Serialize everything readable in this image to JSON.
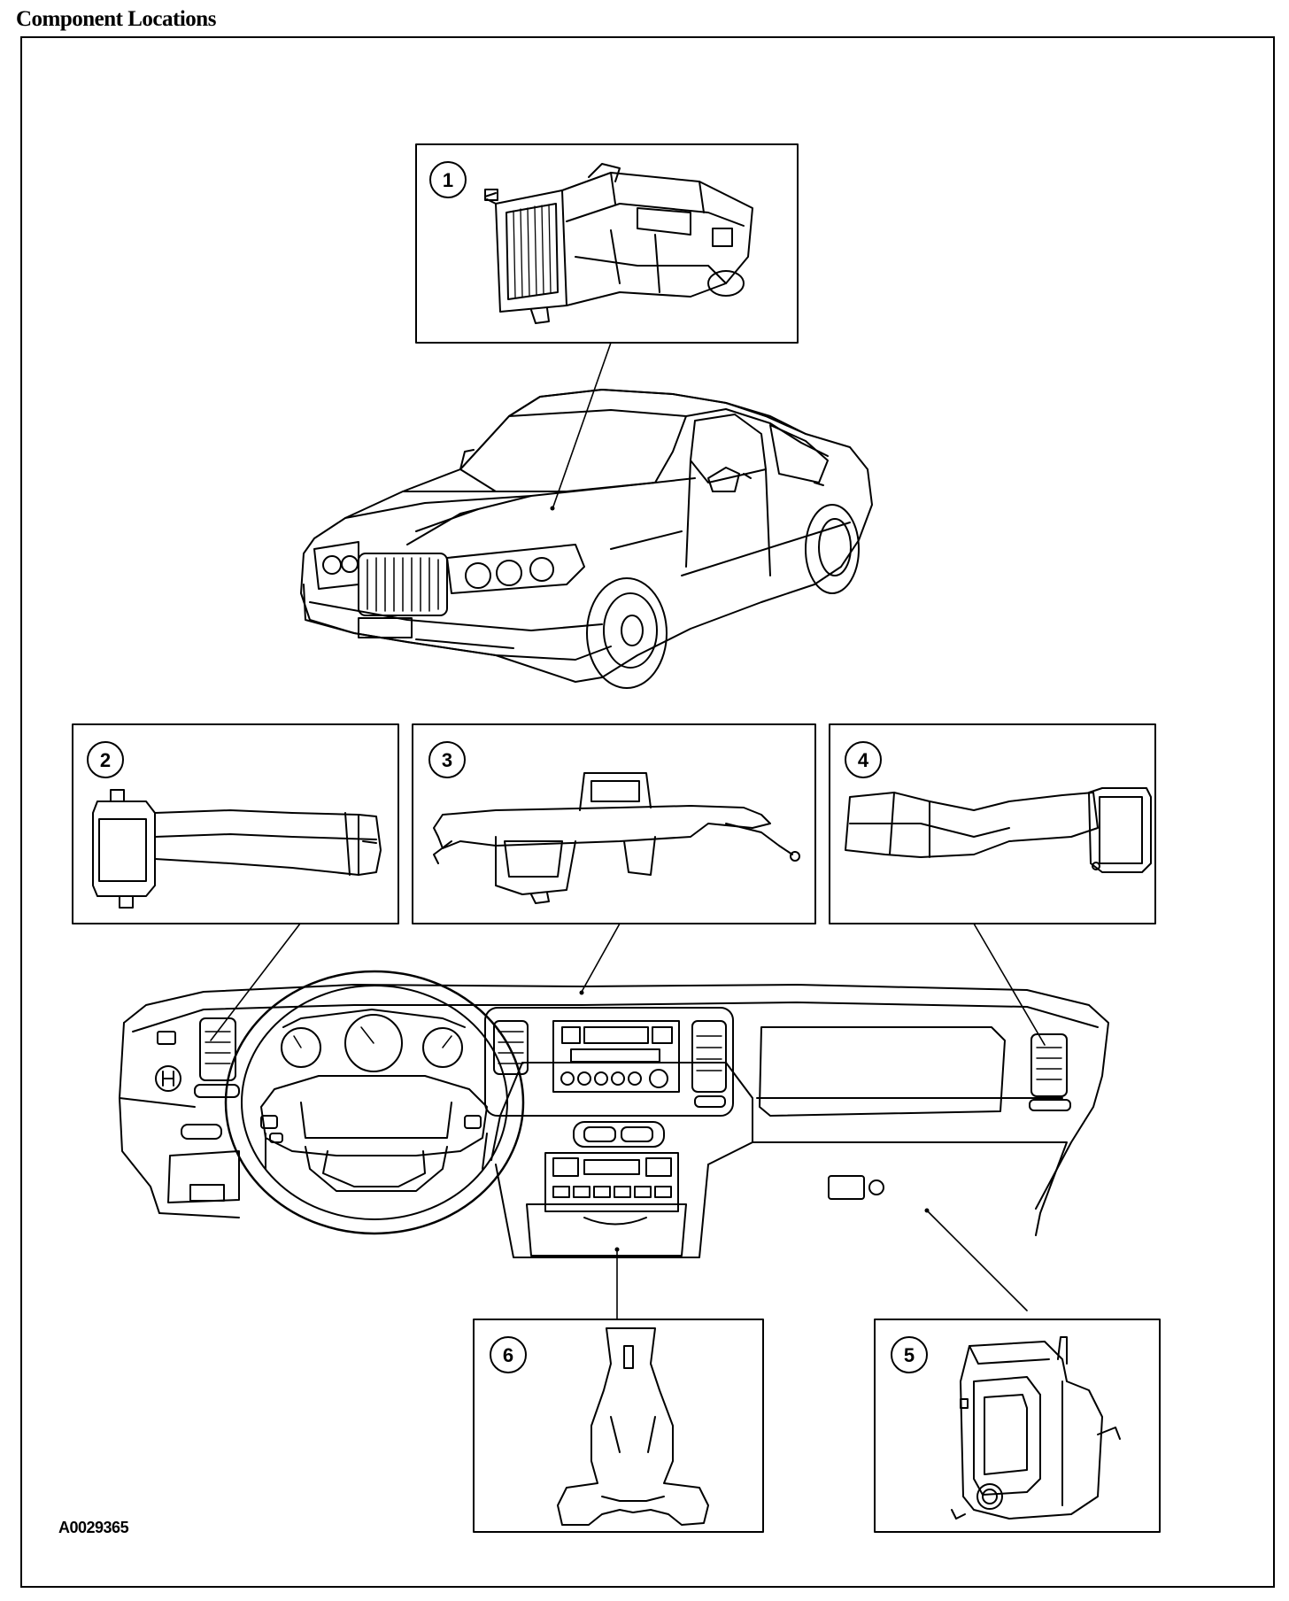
{
  "page": {
    "title": "Component Locations",
    "figure_id": "A0029365"
  },
  "callouts": [
    "1",
    "2",
    "3",
    "4",
    "5",
    "6"
  ],
  "colors": {
    "line": "#000000",
    "background": "#ffffff"
  }
}
